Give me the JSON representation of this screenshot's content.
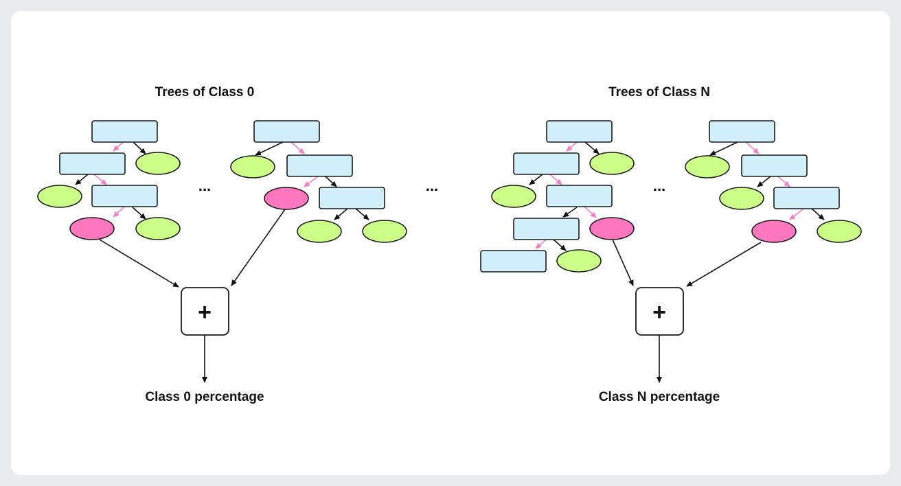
{
  "colors": {
    "background": "#e9ebef",
    "card": "#ffffff",
    "split_node": "#d2effc",
    "leaf_green": "#ccff88",
    "leaf_pink": "#ff77be",
    "pink_edge": "#f27fc5",
    "black_edge": "#111111"
  },
  "groups": [
    {
      "title": "Trees of Class 0",
      "tree_ellipsis": "...",
      "sum_symbol": "+",
      "output": "Class 0 percentage"
    },
    {
      "title": "Trees of Class N",
      "tree_ellipsis": "...",
      "sum_symbol": "+",
      "output": "Class N percentage"
    }
  ],
  "between_groups_ellipsis": "..."
}
